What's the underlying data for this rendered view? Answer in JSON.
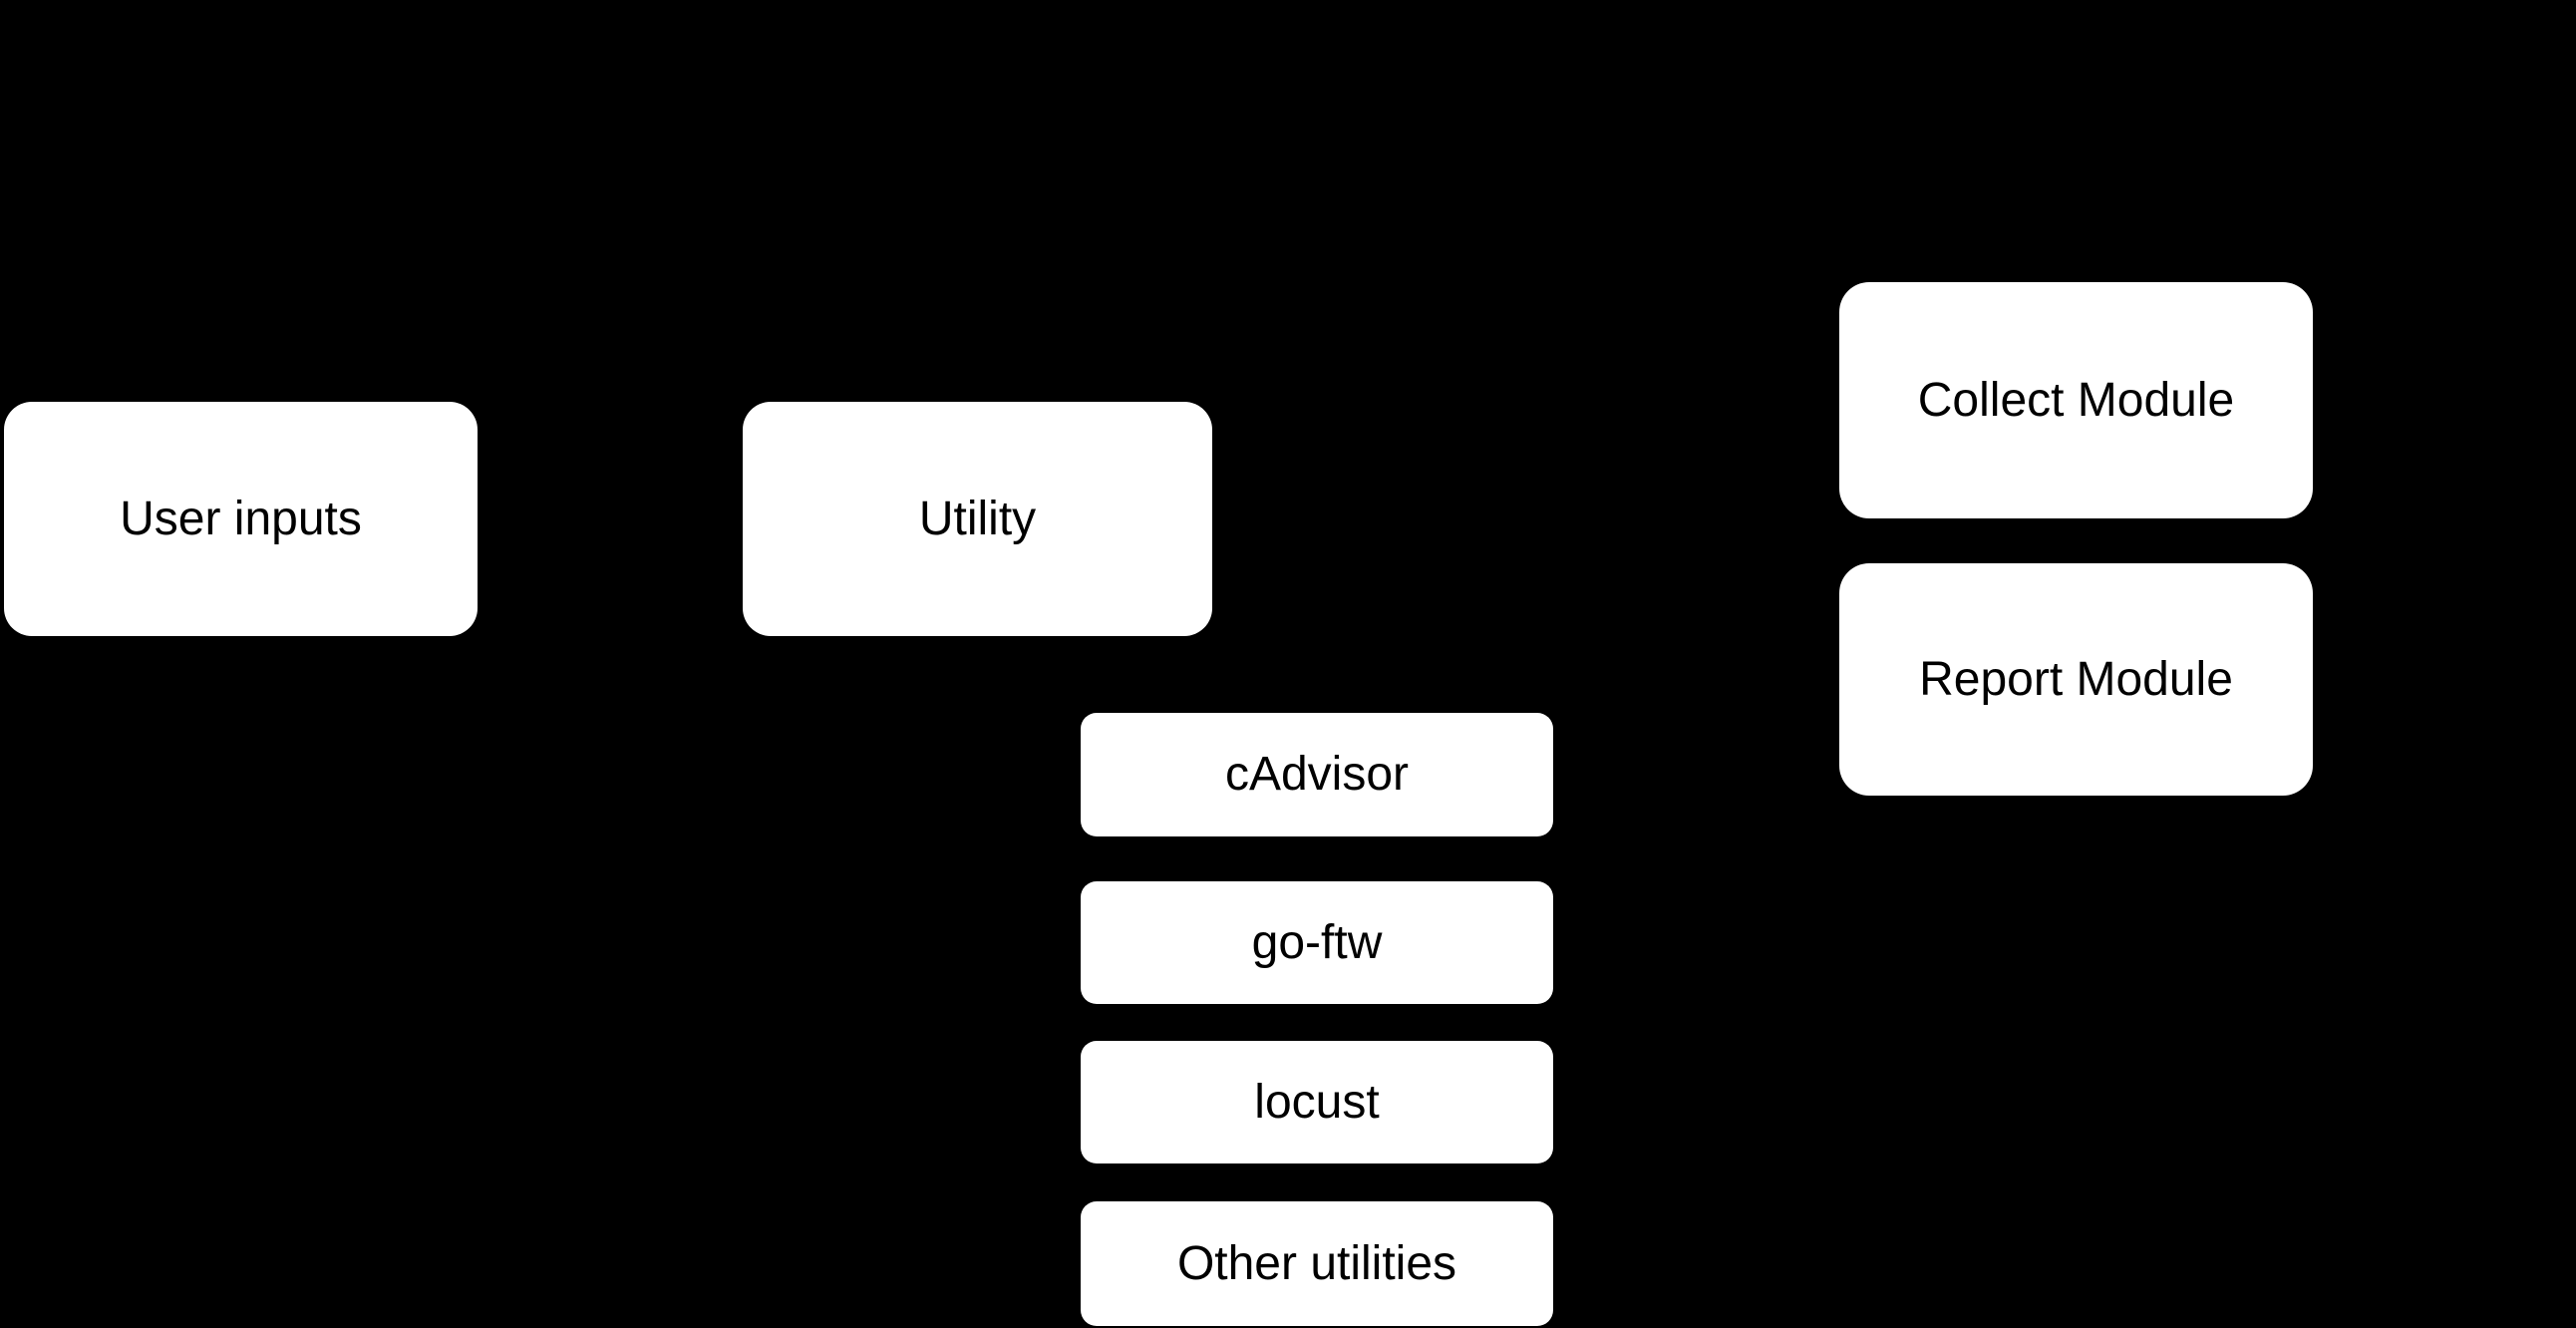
{
  "diagram": {
    "background_color": "#000000",
    "node_fill_color": "#ffffff",
    "node_text_color": "#000000",
    "nodes": [
      {
        "id": "user-inputs",
        "label": "User inputs"
      },
      {
        "id": "utility",
        "label": "Utility"
      },
      {
        "id": "cadvisor",
        "label": "cAdvisor"
      },
      {
        "id": "go-ftw",
        "label": "go-ftw"
      },
      {
        "id": "locust",
        "label": "locust"
      },
      {
        "id": "other-utilities",
        "label": "Other utilities"
      },
      {
        "id": "collect-module",
        "label": "Collect Module"
      },
      {
        "id": "report-module",
        "label": "Report Module"
      }
    ]
  }
}
